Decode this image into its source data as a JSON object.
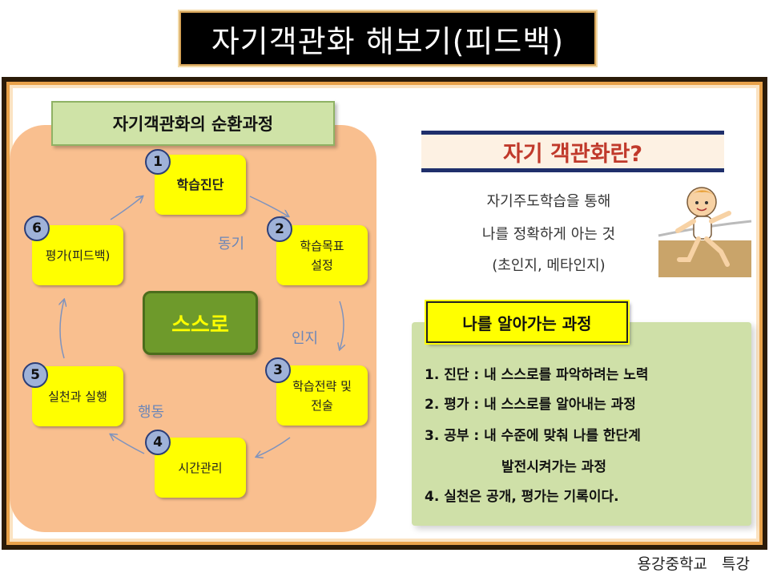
{
  "title": "자기객관화 해보기(피드백)",
  "cycle": {
    "header": "자기객관화의 순환과정",
    "center": "스스로",
    "steps": [
      {
        "num": "1",
        "label": "학습진단"
      },
      {
        "num": "2",
        "label": "학습목표\n설정"
      },
      {
        "num": "3",
        "label": "학습전략 및\n전술"
      },
      {
        "num": "4",
        "label": "시간관리"
      },
      {
        "num": "5",
        "label": "실천과 실행"
      },
      {
        "num": "6",
        "label": "평가(피드백)"
      }
    ],
    "side_words": {
      "motivation": "동기",
      "cognition": "인지",
      "behavior": "행동"
    }
  },
  "definition": {
    "title": "자기 객관화란?",
    "lines": [
      "자기주도학습을 통해",
      "나를 정확하게 아는 것",
      "(초인지, 메타인지)"
    ]
  },
  "process": {
    "title": "나를 알아가는 과정",
    "items": [
      "1. 진단 : 내 스스로를 파악하려는 노력",
      "2. 평가 : 내 스스로를 알아내는 과정",
      "3. 공부 : 내 수준에 맞춰 나를 한단계",
      "발전시켜가는 과정",
      "4. 실천은 공개, 평가는 기록이다."
    ]
  },
  "footer": "용강중학교   특강",
  "colors": {
    "accent_yellow": "#ffff00",
    "panel_orange": "#f9bf8f",
    "panel_green": "#cfe0a8",
    "center_green": "#6e9a2b",
    "definition_red": "#c0392b",
    "border_navy": "#1f2f6b"
  }
}
